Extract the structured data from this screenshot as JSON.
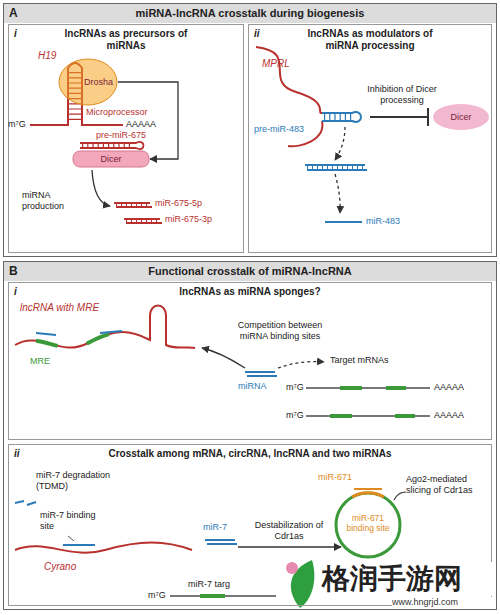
{
  "diagram": {
    "nodes": [
      {
        "text": [
          "A",
          "miRNA-lncRNA crosstalk during biogenesis"
        ]
      },
      {
        "text": [
          "i",
          "lncRNAs as precursors of miRNAs"
        ],
        "in": 0
      },
      {
        "text": [
          "Drosha"
        ],
        "in": 1
      },
      {
        "text": [
          "Dicer"
        ],
        "in": 1
      },
      {
        "text": [
          "ii",
          "lncRNAs as modulators of miRNA processing"
        ],
        "in": 0
      },
      {
        "text": [
          "Dicer"
        ],
        "in": 4
      },
      {
        "text": [
          "B",
          "Functional crosstalk of miRNA-lncRNA"
        ]
      },
      {
        "text": [
          "i",
          "lncRNAs as miRNA sponges?"
        ],
        "in": 6
      },
      {
        "text": [
          "ii",
          "Crosstalk among mRNA, circRNA, lncRNA and two miRNAs"
        ],
        "in": 6
      }
    ],
    "edges": [
      {
        "from": 2,
        "to": 3,
        "arrow": "to"
      }
    ],
    "labels": [
      "H19",
      "m⁷G",
      "AAAAA",
      "Microprocessor",
      "pre-miR-675",
      "miRNA production",
      "miR-675-5p",
      "miR-675-3p",
      "MPRL",
      "Inhibition of Dicer processing",
      "pre-miR-483",
      "miR-483",
      "lncRNA with MRE",
      "MRE",
      "Competition between miRNA binding sites",
      "miRNA",
      "Target mRNAs",
      "m⁷G",
      "AAAAA",
      "m⁷G",
      "AAAAA",
      "miR-7 degradation (TDMD)",
      "miR-7 binding site",
      "Cyrano",
      "miR-7",
      "Destabilization of Cdr1as",
      "miR-671",
      "Ago2-mediated slicing of Cdr1as",
      "miR-671 binding site",
      "m⁷G",
      "miR-7 targ",
      "格润手游网",
      "www.hngrjd.com"
    ]
  }
}
